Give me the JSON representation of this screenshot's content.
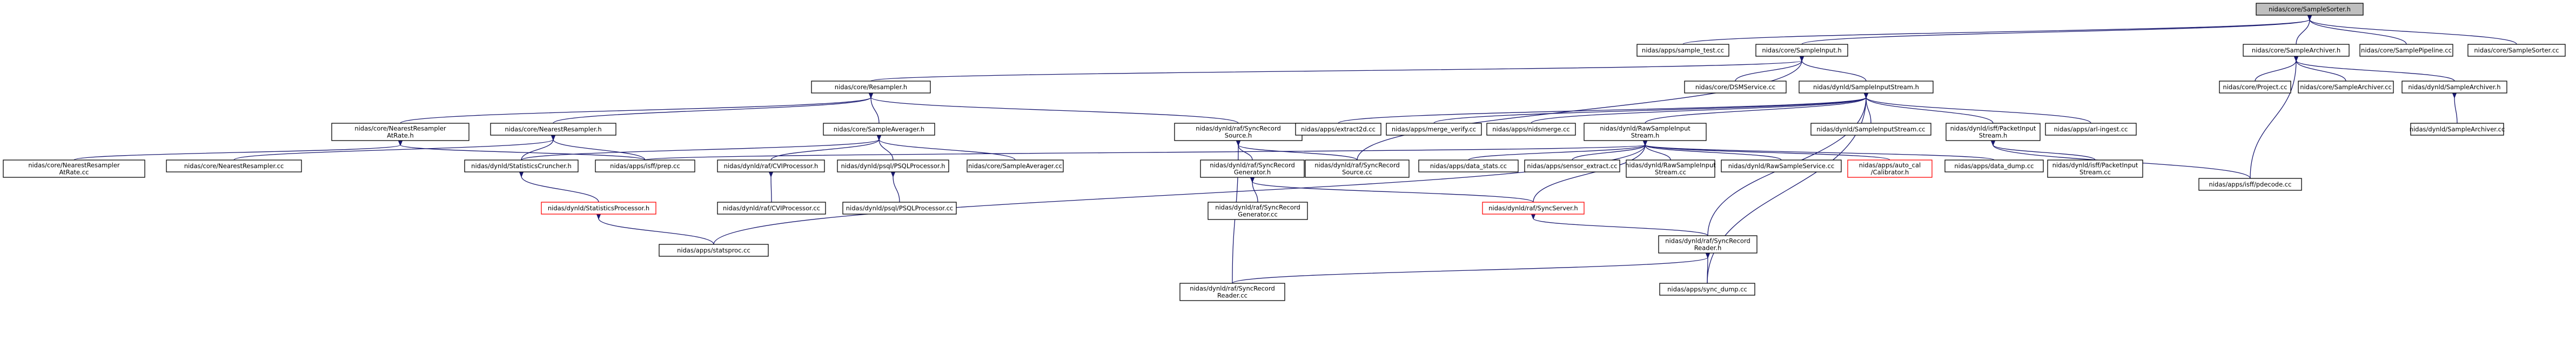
{
  "graph": {
    "nodes": [
      {
        "id": "n0",
        "lines": [
          "nidas/core/SampleSorter.h"
        ],
        "root": true
      },
      {
        "id": "n1",
        "lines": [
          "nidas/apps/sample_test.cc"
        ]
      },
      {
        "id": "n2",
        "lines": [
          "nidas/core/SampleInput.h"
        ]
      },
      {
        "id": "n3",
        "lines": [
          "nidas/core/SampleArchiver.h"
        ]
      },
      {
        "id": "n4",
        "lines": [
          "nidas/core/SamplePipeline.cc"
        ]
      },
      {
        "id": "n5",
        "lines": [
          "nidas/core/SampleSorter.cc"
        ]
      },
      {
        "id": "n6",
        "lines": [
          "nidas/core/Resampler.h"
        ]
      },
      {
        "id": "n7",
        "lines": [
          "nidas/core/DSMService.cc"
        ]
      },
      {
        "id": "n8",
        "lines": [
          "nidas/dynld/SampleInputStream.h"
        ]
      },
      {
        "id": "n9",
        "lines": [
          "nidas/core/Project.cc"
        ]
      },
      {
        "id": "n10",
        "lines": [
          "nidas/core/SampleArchiver.cc"
        ]
      },
      {
        "id": "n11",
        "lines": [
          "nidas/dynld/SampleArchiver.h"
        ]
      },
      {
        "id": "n12",
        "lines": [
          "nidas/core/NearestResampler",
          "AtRate.h"
        ]
      },
      {
        "id": "n13",
        "lines": [
          "nidas/core/NearestResampler.h"
        ]
      },
      {
        "id": "n14",
        "lines": [
          "nidas/core/SampleAverager.h"
        ]
      },
      {
        "id": "n15",
        "lines": [
          "nidas/dynld/raf/SyncRecord",
          "Source.h"
        ]
      },
      {
        "id": "n16",
        "lines": [
          "nidas/apps/extract2d.cc"
        ]
      },
      {
        "id": "n17",
        "lines": [
          "nidas/apps/merge_verify.cc"
        ]
      },
      {
        "id": "n18",
        "lines": [
          "nidas/apps/nidsmerge.cc"
        ]
      },
      {
        "id": "n19",
        "lines": [
          "nidas/dynld/RawSampleInput",
          "Stream.h"
        ]
      },
      {
        "id": "n20",
        "lines": [
          "nidas/dynld/SampleInputStream.cc"
        ]
      },
      {
        "id": "n21",
        "lines": [
          "nidas/dynld/isff/PacketInput",
          "Stream.h"
        ]
      },
      {
        "id": "n22",
        "lines": [
          "nidas/apps/arl-ingest.cc"
        ]
      },
      {
        "id": "n23",
        "lines": [
          "nidas/dynld/SampleArchiver.cc"
        ]
      },
      {
        "id": "n24",
        "lines": [
          "nidas/core/NearestResampler",
          "AtRate.cc"
        ]
      },
      {
        "id": "n25",
        "lines": [
          "nidas/core/NearestResampler.cc"
        ]
      },
      {
        "id": "n26",
        "lines": [
          "nidas/dynld/StatisticsCruncher.h"
        ]
      },
      {
        "id": "n27",
        "lines": [
          "nidas/apps/isff/prep.cc"
        ]
      },
      {
        "id": "n28",
        "lines": [
          "nidas/dynld/raf/CVIProcessor.h"
        ]
      },
      {
        "id": "n29",
        "lines": [
          "nidas/dynld/psql/PSQLProcessor.h"
        ]
      },
      {
        "id": "n30",
        "lines": [
          "nidas/core/SampleAverager.cc"
        ]
      },
      {
        "id": "n31",
        "lines": [
          "nidas/dynld/raf/SyncRecord",
          "Generator.h"
        ]
      },
      {
        "id": "n32",
        "lines": [
          "nidas/dynld/raf/SyncRecord",
          "Source.cc"
        ]
      },
      {
        "id": "n33",
        "lines": [
          "nidas/apps/data_stats.cc"
        ]
      },
      {
        "id": "n34",
        "lines": [
          "nidas/apps/sensor_extract.cc"
        ]
      },
      {
        "id": "n35",
        "lines": [
          "nidas/dynld/RawSampleInput",
          "Stream.cc"
        ]
      },
      {
        "id": "n36",
        "lines": [
          "nidas/dynld/RawSampleService.cc"
        ]
      },
      {
        "id": "n37",
        "lines": [
          "nidas/apps/auto_cal",
          "/Calibrator.h"
        ],
        "red": true
      },
      {
        "id": "n38",
        "lines": [
          "nidas/apps/data_dump.cc"
        ]
      },
      {
        "id": "n39",
        "lines": [
          "nidas/dynld/isff/PacketInput",
          "Stream.cc"
        ]
      },
      {
        "id": "n40",
        "lines": [
          "nidas/apps/isff/pdecode.cc"
        ]
      },
      {
        "id": "n41",
        "lines": [
          "nidas/dynld/StatisticsProcessor.h"
        ],
        "red": true
      },
      {
        "id": "n42",
        "lines": [
          "nidas/dynld/raf/CVIProcessor.cc"
        ]
      },
      {
        "id": "n43",
        "lines": [
          "nidas/dynld/psql/PSQLProcessor.cc"
        ]
      },
      {
        "id": "n44",
        "lines": [
          "nidas/dynld/raf/SyncRecord",
          "Generator.cc"
        ]
      },
      {
        "id": "n45",
        "lines": [
          "nidas/dynld/raf/SyncServer.h"
        ],
        "red": true
      },
      {
        "id": "n46",
        "lines": [
          "nidas/apps/statsproc.cc"
        ]
      },
      {
        "id": "n47",
        "lines": [
          "nidas/dynld/raf/SyncRecord",
          "Reader.h"
        ]
      },
      {
        "id": "n48",
        "lines": [
          "nidas/dynld/raf/SyncRecord",
          "Reader.cc"
        ]
      },
      {
        "id": "n49",
        "lines": [
          "nidas/apps/sync_dump.cc"
        ]
      }
    ]
  }
}
